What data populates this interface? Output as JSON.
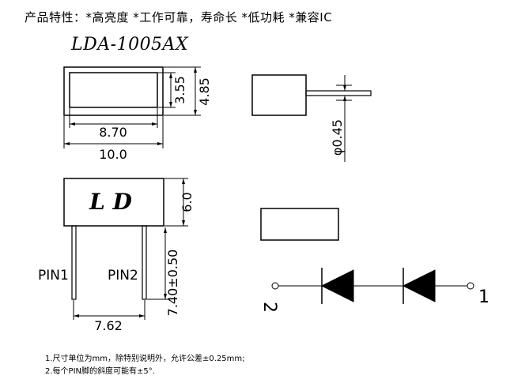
{
  "header": {
    "features": "产品特性：*高亮度 *工作可靠，寿命长 *低功耗 *兼容IC"
  },
  "model": "LDA-1005AX",
  "dimensions": {
    "inner_width": "8.70",
    "outer_width": "10.0",
    "inner_height": "3.55",
    "outer_height": "4.85",
    "pin_diameter": "φ0.45",
    "body_height": "6.0",
    "pin_length": "7.40±0.50",
    "pin_spacing": "7.62"
  },
  "front_label": "L D",
  "pins": {
    "pin1": "PIN1",
    "pin2": "PIN2"
  },
  "schematic": {
    "terminal_left": "2",
    "terminal_right": "1"
  },
  "notes": [
    "1.尺寸单位为mm，除特别说明外，允许公差±0.25mm;",
    "2.每个PIN脚的斜度可能有±5°."
  ]
}
